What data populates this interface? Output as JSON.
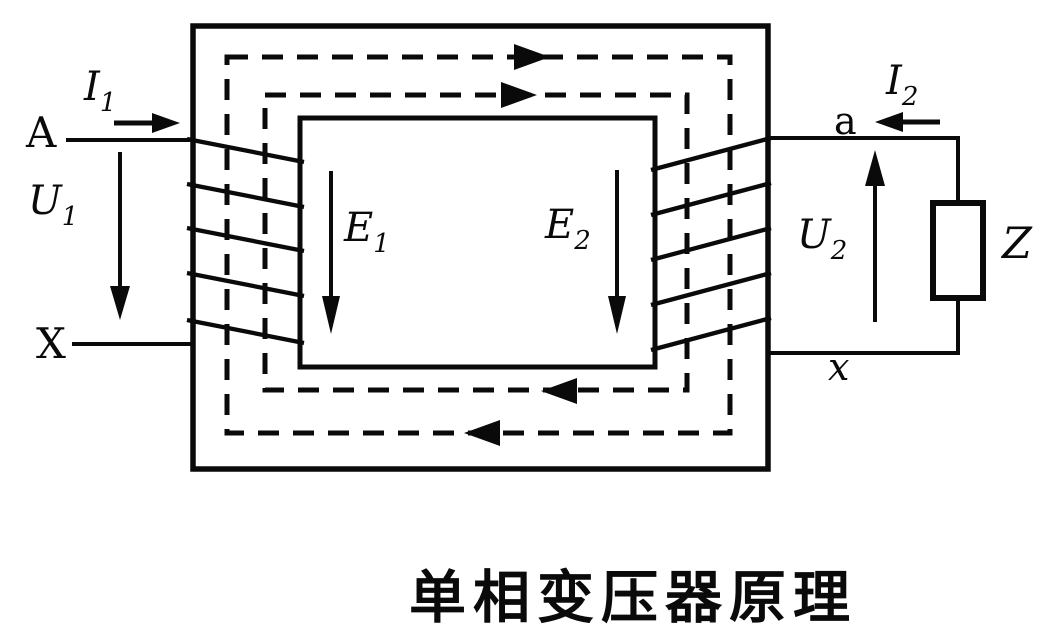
{
  "diagram": {
    "caption": "单相变压器原理",
    "colors": {
      "ink": "#0a0a0a",
      "background": "#ffffff"
    },
    "primary": {
      "terminal_top": "A",
      "terminal_bottom": "X",
      "current": {
        "symbol": "I",
        "sub": "1"
      },
      "voltage": {
        "symbol": "U",
        "sub": "1"
      },
      "emf": {
        "symbol": "E",
        "sub": "1"
      }
    },
    "secondary": {
      "terminal_top": "a",
      "terminal_bottom": "x",
      "current": {
        "symbol": "I",
        "sub": "2"
      },
      "voltage": {
        "symbol": "U",
        "sub": "2"
      },
      "emf": {
        "symbol": "E",
        "sub": "2"
      },
      "load": "Z"
    }
  }
}
